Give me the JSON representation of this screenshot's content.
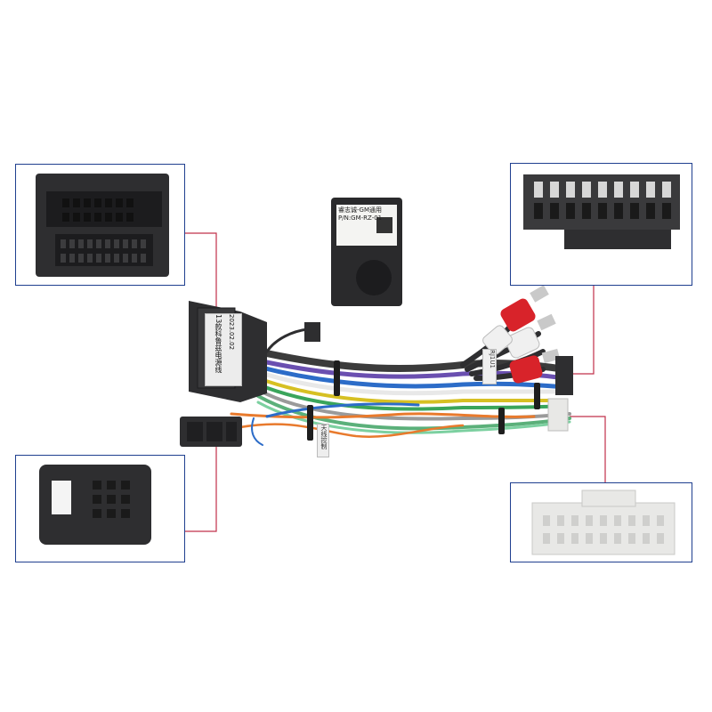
{
  "module": {
    "brand_line": "睿志诚-GM通用",
    "part_number": "P/N:GM-RZ-01"
  },
  "harness_label": {
    "title": "13款科鲁兹电源线",
    "date": "2023.02.02"
  },
  "rca_label": "RJ1U1",
  "antenna_tag": "天线控制",
  "colors": {
    "frame_border": "#1f3f8f",
    "leader_line": "#c0304a",
    "connector_dark": "#2e2e30",
    "connector_white": "#e8e8e6",
    "rca_red": "#d8232a",
    "rca_white": "#f0f0f0"
  }
}
